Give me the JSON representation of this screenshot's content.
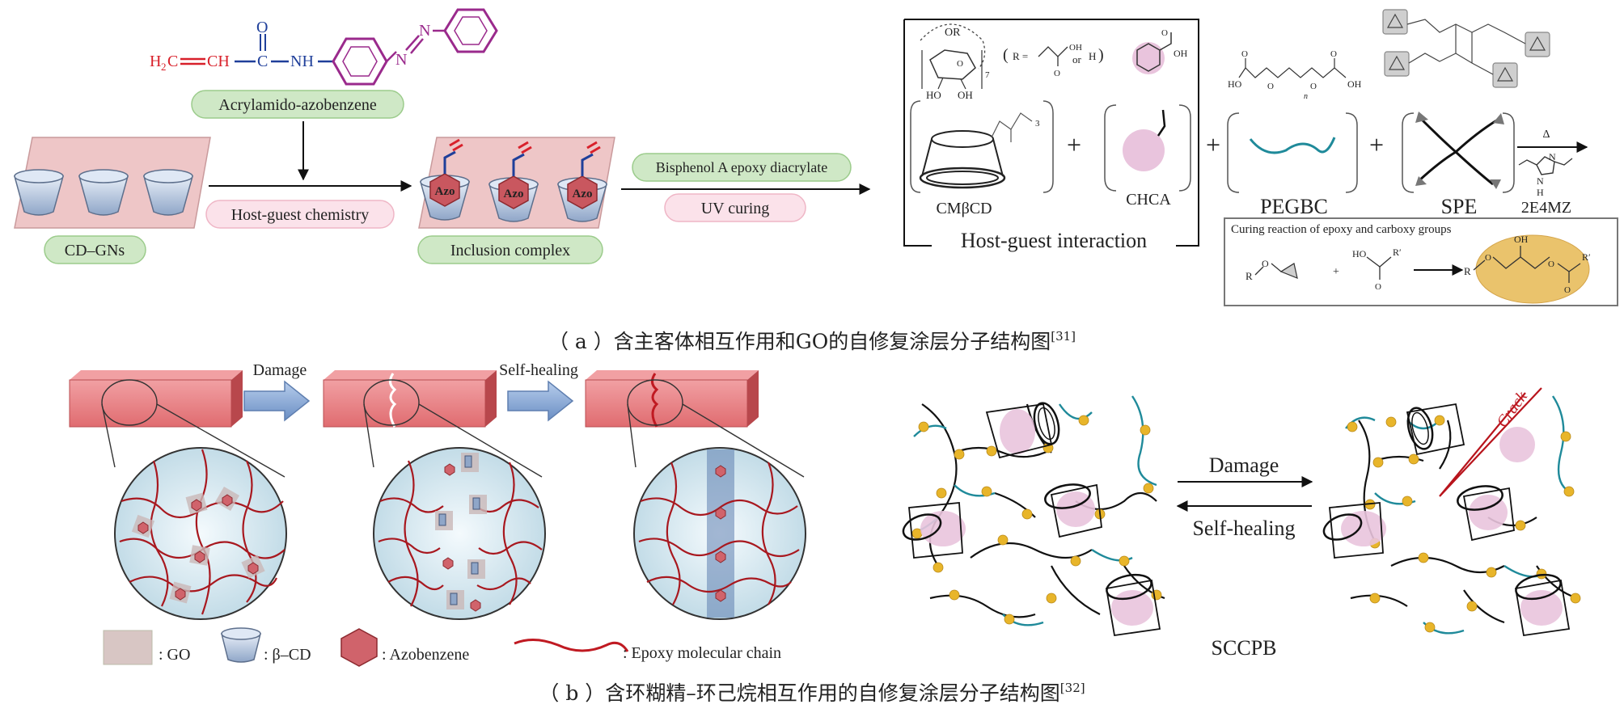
{
  "panel_a": {
    "caption_main": "（ a ）含主客体相互作用和GO的自修复涂层分子结构图",
    "caption_ref": "[31]",
    "monomer": {
      "formula_h2c": "H",
      "formula_2": "2",
      "formula_c": "C",
      "formula_ch": "CH",
      "formula_c2": "C",
      "formula_o": "O",
      "formula_nh": "NH",
      "formula_n1": "N",
      "formula_n2": "N",
      "label": "Acrylamido-azobenzene"
    },
    "labels": {
      "cd_gns": "CD–GNs",
      "host_guest_chemistry": "Host-guest chemistry",
      "inclusion_complex": "Inclusion complex",
      "azo": "Azo",
      "bisphenol": "Bisphenol A epoxy diacrylate",
      "uv_curing": "UV curing"
    },
    "components": {
      "cmbcd": "CMβCD",
      "chca": "CHCA",
      "pegbc": "PEGBC",
      "spe": "SPE",
      "catalyst": "2E4MZ",
      "heat": "Δ",
      "host_guest_interaction": "Host-guest interaction",
      "or": "OR",
      "r_def": "R =",
      "oh": "OH",
      "or_word": "or",
      "h": "H",
      "ho1": "HO",
      "oh1": "OH",
      "subscript7": "7",
      "subscript3": "3",
      "subscript_n": "n",
      "plus": "+",
      "o": "O",
      "n_atom": "N",
      "h_atom": "H"
    },
    "curing_box": {
      "title": "Curing reaction of epoxy and carboxy groups",
      "r": "R",
      "o": "O",
      "ho": "HO",
      "r_prime": "R′",
      "plus": "+",
      "product_oh": "OH"
    }
  },
  "panel_b": {
    "caption_main": "（ b ）含环糊精–环己烷相互作用的自修复涂层分子结构图",
    "caption_ref": "[32]",
    "damage": "Damage",
    "self_healing": "Self-healing",
    "crack": "Crack",
    "sccpb": "SCCPB",
    "legend": {
      "go": ": GO",
      "bcd": ": β–CD",
      "azobenzene": ": Azobenzene",
      "epoxy_chain": ": Epoxy molecular chain"
    }
  },
  "colors": {
    "red": "#d8202a",
    "blue": "#1f3f9a",
    "purple": "#9a2a8c",
    "green_pill": "#cfe8c6",
    "pink_pill": "#fbe2ea",
    "slab": "#dc5d61",
    "teal": "#1f8a9a",
    "gold": "#e8b52a",
    "pink_blob": "#e9c4dd"
  }
}
